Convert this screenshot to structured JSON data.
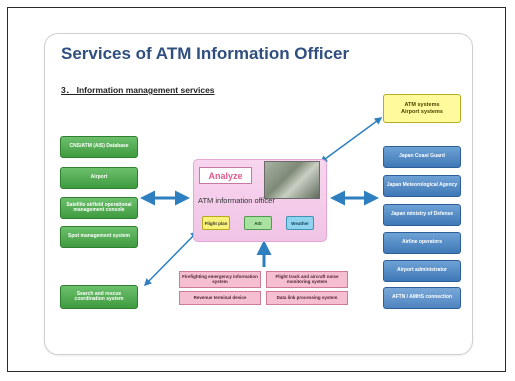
{
  "slide": {
    "title": "Services of ATM Information Officer",
    "subtitle": "3． Information management services"
  },
  "left_boxes": [
    {
      "label": "CNS/ATM (AIS) Database"
    },
    {
      "label": "Airport"
    },
    {
      "label": "Satellite airfield operational management console"
    },
    {
      "label": "Spot management system"
    },
    {
      "label": "Search and rescue coordination system"
    }
  ],
  "right_boxes": [
    {
      "label": "Japan Coast Guard"
    },
    {
      "label": "Japan Meteorological Agency"
    },
    {
      "label": "Japan ministry of Defense"
    },
    {
      "label": "Airline operators"
    },
    {
      "label": "Airport administrator"
    },
    {
      "label": "AFTN / AMHS connection"
    }
  ],
  "top_right_box": {
    "line1": "ATM systems",
    "line2": "Airport systems"
  },
  "center": {
    "analyze": "Analyze",
    "officer": "ATM information officer",
    "flight_plan": "Flight plan",
    "ais": "AIS",
    "weather": "Weather"
  },
  "bottom_boxes": [
    {
      "label": "Firefighting emergency information system"
    },
    {
      "label": "Flight track and aircraft noise monitoring system"
    },
    {
      "label": "Revenue terminal device"
    },
    {
      "label": "Data link processing system"
    }
  ],
  "colors": {
    "title": "#2f4f80",
    "green": "#4fa84f",
    "blue": "#4a86c5",
    "arrow": "#2e7fbf",
    "yellow": "#fffb9c",
    "pink": "#f0c4e6"
  }
}
